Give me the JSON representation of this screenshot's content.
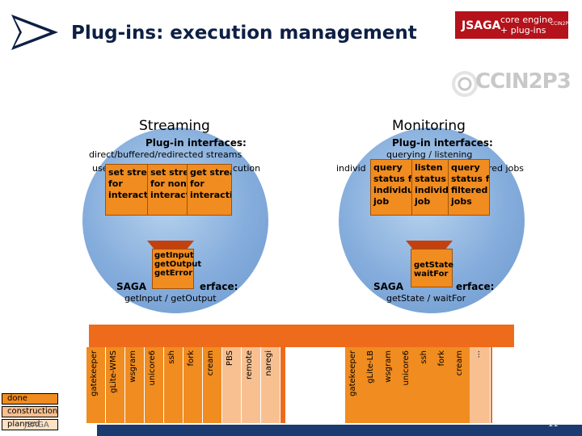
{
  "slide": {
    "title": "Plug-ins: execution management",
    "page_number": "11"
  },
  "logo": {
    "name": "JSAGA",
    "line1": "core engine",
    "line2": "+ plug-ins",
    "partner": "CCIN2P3",
    "partner_small": "CCIN2P3"
  },
  "streaming": {
    "title": "Streaming",
    "plugin_label": "Plug-in interfaces:",
    "desc1": "direct/buffered/redirected streams",
    "desc2": "use",
    "desc2_tail": "cution",
    "cards": [
      {
        "lines": [
          "set stream",
          "for",
          "interactive"
        ]
      },
      {
        "lines": [
          "set stre",
          "for non",
          "interacti"
        ]
      },
      {
        "lines": [
          "get stream",
          "for",
          "interactive"
        ]
      }
    ],
    "connector_lines": [
      "getInput",
      "getOutput",
      "getError"
    ],
    "saga_label": "SAGA",
    "saga_label_tail": "erface:",
    "saga_methods": "getInput / getOutput"
  },
  "monitoring": {
    "title": "Monitoring",
    "plugin_label": "Plug-in interfaces:",
    "desc1": "querying / listening",
    "desc2": "individ",
    "desc2_tail": "red jobs",
    "cards": [
      {
        "lines": [
          "query",
          "status for",
          "individual",
          "job"
        ]
      },
      {
        "lines": [
          "listen",
          "status for",
          "individu",
          "job"
        ]
      },
      {
        "lines": [
          "query",
          "status for",
          "filtered",
          "jobs"
        ]
      }
    ],
    "connector_lines": [
      "getState",
      "waitFor"
    ],
    "saga_label": "SAGA",
    "saga_label_tail": "erface:",
    "saga_methods": "getState / waitFor"
  },
  "adapters_left": [
    {
      "label": "gatekeeper",
      "status": "done"
    },
    {
      "label": "gLite-WMS",
      "status": "done"
    },
    {
      "label": "wsgram",
      "status": "done"
    },
    {
      "label": "unicore6",
      "status": "done"
    },
    {
      "label": "ssh",
      "status": "done"
    },
    {
      "label": "fork",
      "status": "done"
    },
    {
      "label": "cream",
      "status": "done"
    },
    {
      "label": "PBS",
      "status": "construction"
    },
    {
      "label": "remote",
      "status": "construction"
    },
    {
      "label": "naregi",
      "status": "construction"
    }
  ],
  "adapters_right": [
    {
      "label": "gatekeeper",
      "status": "done"
    },
    {
      "label": "gLite-LB",
      "status": "done"
    },
    {
      "label": "wsgram",
      "status": "done"
    },
    {
      "label": "unicore6",
      "status": "done"
    },
    {
      "label": "ssh",
      "status": "done"
    },
    {
      "label": "fork",
      "status": "done"
    },
    {
      "label": "cream",
      "status": "done"
    },
    {
      "label": "...",
      "status": "construction"
    }
  ],
  "legend": {
    "done": "done",
    "construction": "construction",
    "planned": "planned",
    "jsaga": "JSAGA"
  },
  "colors": {
    "title": "#0d1f44",
    "accent_orange": "#ee6b1c",
    "card_orange": "#f08c20",
    "construction": "#f8c090",
    "planned": "#ffe2c4",
    "circle_blue": "#85addc",
    "brand_red": "#b5121b",
    "footer_navy": "#1b3a70"
  }
}
